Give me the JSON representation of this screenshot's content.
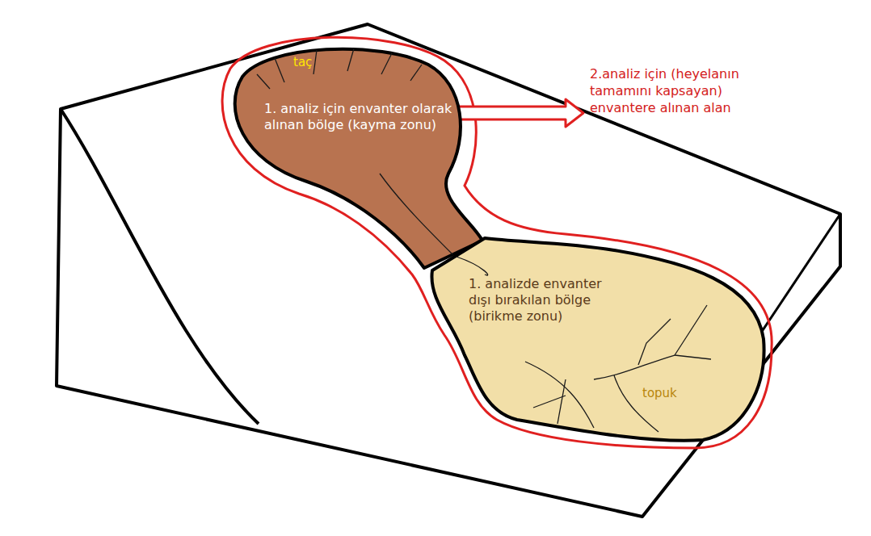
{
  "diagram": {
    "nodes": [
      {
        "text": [
          "taç",
          "1. analiz için envanter olarak alınan bölge (kayma zonu)"
        ]
      },
      {
        "text": [
          "1. analizde envanter dışı bırakılan bölge (birikme zonu)",
          "topuk"
        ]
      }
    ],
    "labels": [
      "2.analiz için (heyelanın tamamını kapsayan) envantere alınan alan"
    ]
  }
}
